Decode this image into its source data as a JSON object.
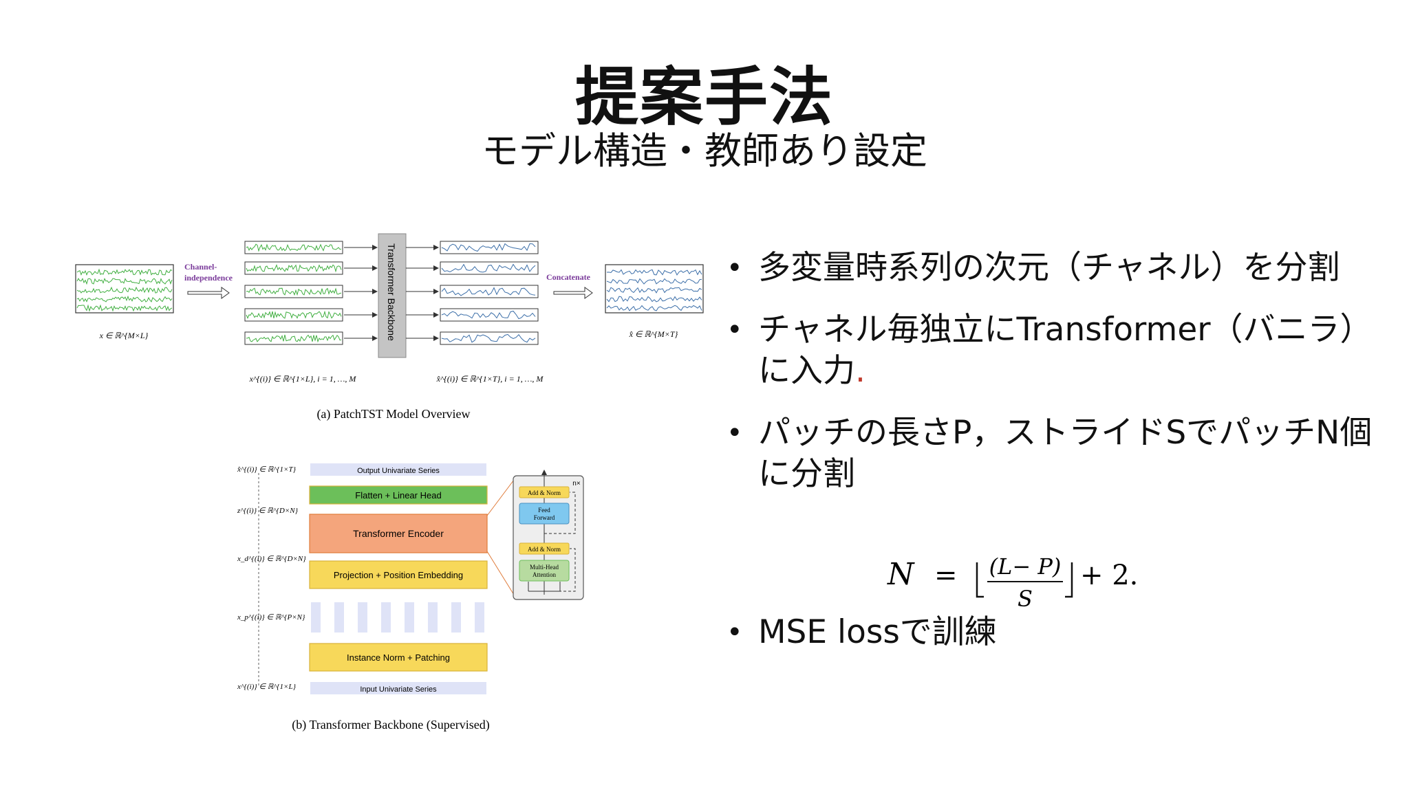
{
  "slide": {
    "title": "提案手法",
    "subtitle": "モデル構造・教師あり設定"
  },
  "figure_a": {
    "channel_label_1": "Channel-",
    "channel_label_2": "independence",
    "concatenate_label": "Concatenate",
    "backbone_label": "Transformer Backbone",
    "x_input_math": "x ∈ ℝ^{M×L}",
    "x_i_math": "x^{(i)} ∈ ℝ^{1×L}, i = 1, …, M",
    "xhat_i_math": "x̂^{(i)} ∈ ℝ^{1×T}, i = 1, …, M",
    "xhat_math": "x̂ ∈ ℝ^{M×T}",
    "caption": "(a) PatchTST Model Overview"
  },
  "figure_b": {
    "output_series": "Output Univariate Series",
    "flatten": "Flatten + Linear Head",
    "encoder": "Transformer Encoder",
    "projection": "Projection + Position Embedding",
    "instance_norm": "Instance Norm + Patching",
    "input_series": "Input Univariate Series",
    "add_norm_top": "Add & Norm",
    "feed_forward_1": "Feed",
    "feed_forward_2": "Forward",
    "add_norm_bottom": "Add & Norm",
    "mha_1": "Multi-Head",
    "mha_2": "Attention",
    "repeat": "n×",
    "math_xhat": "x̂^{(i)} ∈ ℝ^{1×T}",
    "math_z": "z^{(i)} ∈ ℝ^{D×N}",
    "math_xd": "x_d^{(i)} ∈ ℝ^{D×N}",
    "math_xp": "x_p^{(i)} ∈ ℝ^{P×N}",
    "math_x": "x^{(i)} ∈ ℝ^{1×L}",
    "caption": "(b) Transformer Backbone (Supervised)"
  },
  "bullets": [
    "多変量時系列の次元（チャネル）を分割",
    "チャネル毎独立にTransformer（バニラ）に入力",
    "パッチの長さP，ストライドSでパッチN個に分割",
    "MSE lossで訓練"
  ],
  "bullet_red_mark": ".",
  "formula": {
    "lhs": "N",
    "eq": "=",
    "numerator": "(L− P)",
    "denominator": "S",
    "tail": "+ 2."
  },
  "colors": {
    "green_series": "#3fae3f",
    "blue_series": "#3b6ea8",
    "purple_text": "#7a3a9a",
    "flatten_green": "#6cbf5a",
    "encoder_orange": "#f4a57c",
    "projection_yellow": "#f7d85a",
    "series_lavender": "#dfe3f7",
    "backbone_gray": "#c4c4c4"
  }
}
